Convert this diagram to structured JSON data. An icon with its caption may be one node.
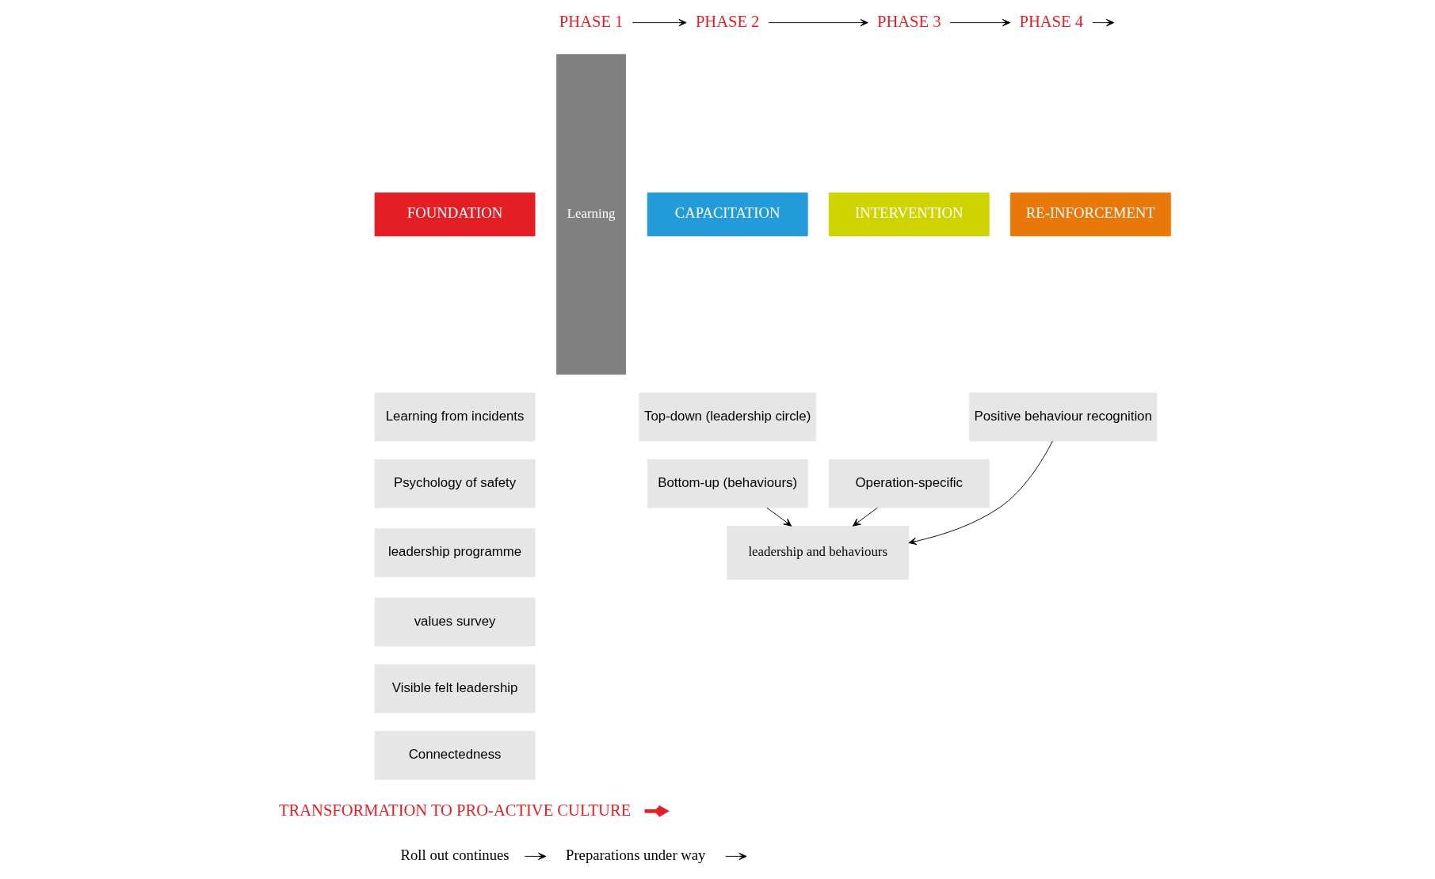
{
  "diagram": {
    "nodes": [
      {
        "text": [
          "PHASE 1"
        ]
      },
      {
        "text": [
          "PHASE 2"
        ]
      },
      {
        "text": [
          "PHASE 3"
        ]
      },
      {
        "text": [
          "PHASE 4"
        ]
      },
      {
        "text": [
          "FOUNDATION"
        ]
      },
      {
        "text": [
          "Learning from incidents"
        ]
      },
      {
        "text": [
          "Psychology of safety"
        ]
      },
      {
        "text": [
          "leadership programme"
        ]
      },
      {
        "text": [
          "values survey"
        ]
      },
      {
        "text": [
          "Visible felt leadership"
        ]
      },
      {
        "text": [
          "Connectedness"
        ]
      },
      {
        "text": [
          "Learning"
        ]
      },
      {
        "text": [
          "CAPACITATION"
        ]
      },
      {
        "text": [
          "Top-down (leadership circle)"
        ]
      },
      {
        "text": [
          "Bottom-up (behaviours)"
        ]
      },
      {
        "text": [
          "leadership and behaviours"
        ]
      },
      {
        "text": [
          "INTERVENTION"
        ]
      },
      {
        "text": [
          "Operation-specific"
        ]
      },
      {
        "text": [
          "RE-INFORCEMENT"
        ]
      },
      {
        "text": [
          "Positive behaviour recognition"
        ]
      },
      {
        "text": [
          "TRANSFORMATION TO PRO-ACTIVE CULTURE"
        ]
      },
      {
        "text": [
          "Roll out continues"
        ]
      },
      {
        "text": [
          "Preparations under way"
        ]
      }
    ],
    "edges": [
      {
        "from": 0,
        "to": 1,
        "arrow": "to"
      },
      {
        "from": 1,
        "to": 2,
        "arrow": "to"
      },
      {
        "from": 2,
        "to": 3,
        "arrow": "to"
      },
      {
        "from": 3,
        "to": null,
        "arrow": "to"
      },
      {
        "from": 14,
        "to": 15,
        "arrow": "to"
      },
      {
        "from": 17,
        "to": 15,
        "arrow": "to"
      },
      {
        "from": 19,
        "to": 15,
        "arrow": "to"
      },
      {
        "from": 20,
        "to": null,
        "arrow": "to",
        "style": "thick",
        "color": "#e31e24"
      },
      {
        "from": 21,
        "to": 22,
        "arrow": "to"
      },
      {
        "from": 22,
        "to": null,
        "arrow": "to"
      }
    ]
  }
}
